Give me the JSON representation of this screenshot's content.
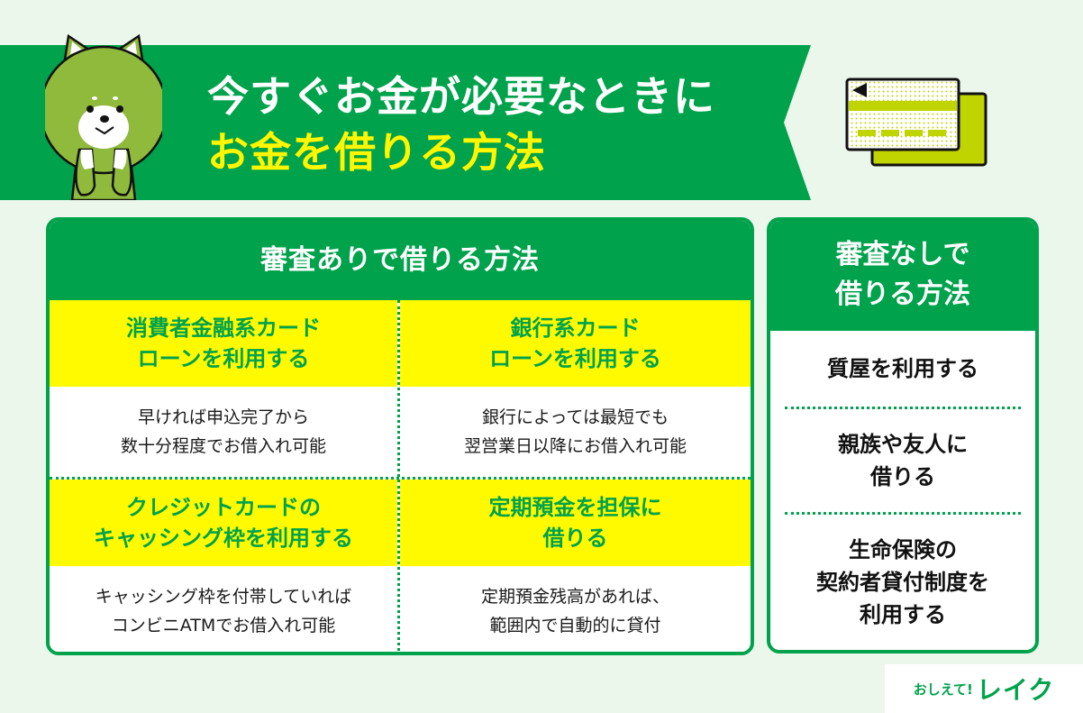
{
  "header": {
    "title_line1": "今すぐお金が必要なときに",
    "title_line2": "お金を借りる方法",
    "mascot_icon": "green-dog-mascot",
    "card_icon": "credit-cards-icon",
    "colors": {
      "green": "#00a24c",
      "yellow": "#fff600",
      "lime": "#c0d400",
      "background": "#ecf7ec"
    }
  },
  "with_screening": {
    "heading": "審査ありで借りる方法",
    "methods": [
      {
        "title_lines": [
          "消費者金融系カード",
          "ローンを利用する"
        ],
        "desc_lines": [
          "早ければ申込完了から",
          "数十分程度でお借入れ可能"
        ]
      },
      {
        "title_lines": [
          "銀行系カード",
          "ローンを利用する"
        ],
        "desc_lines": [
          "銀行によっては最短でも",
          "翌営業日以降にお借入れ可能"
        ]
      },
      {
        "title_lines": [
          "クレジットカードの",
          "キャッシング枠を利用する"
        ],
        "desc_lines": [
          "キャッシング枠を付帯していれば",
          "コンビニATMでお借入れ可能"
        ]
      },
      {
        "title_lines": [
          "定期預金を担保に",
          "借りる"
        ],
        "desc_lines": [
          "定期預金残高があれば、",
          "範囲内で自動的に貸付"
        ]
      }
    ]
  },
  "without_screening": {
    "heading_lines": [
      "審査なしで",
      "借りる方法"
    ],
    "items": [
      {
        "lines": [
          "質屋を利用する"
        ]
      },
      {
        "lines": [
          "親族や友人に",
          "借りる"
        ]
      },
      {
        "lines": [
          "生命保険の",
          "契約者貸付制度を",
          "利用する"
        ]
      }
    ]
  },
  "brand": {
    "small": "おしえて!",
    "big": "レイク"
  }
}
